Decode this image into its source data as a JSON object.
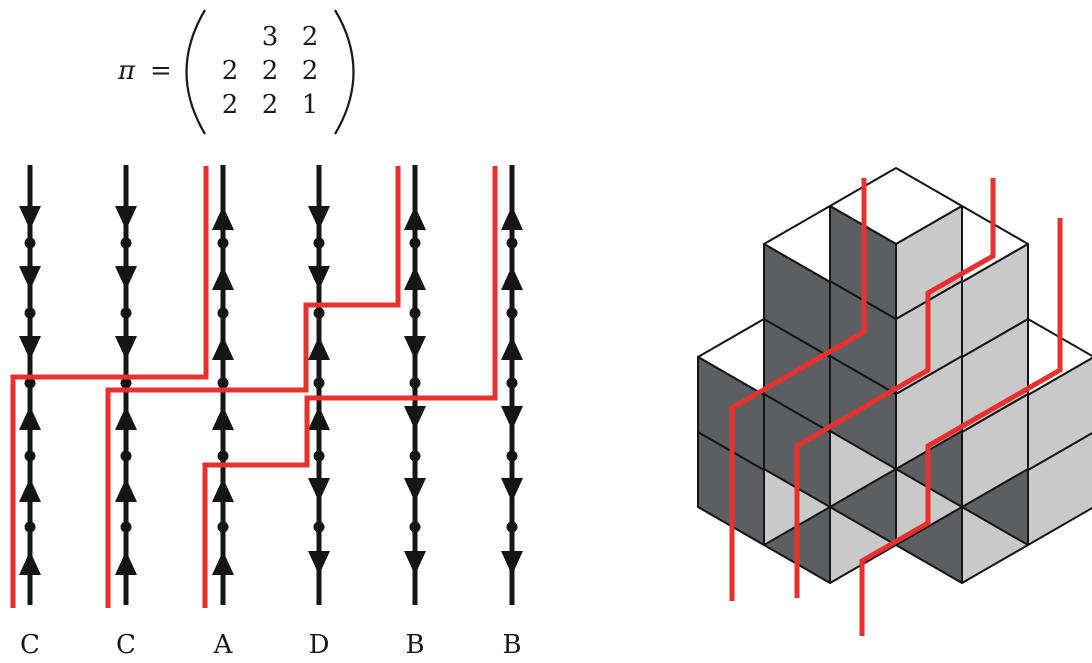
{
  "formula": {
    "symbol": "π",
    "equals": "=",
    "rows": [
      [
        "",
        "3",
        "2"
      ],
      [
        "2",
        "2",
        "2"
      ],
      [
        "2",
        "2",
        "1"
      ]
    ]
  },
  "column_labels": [
    "C",
    "C",
    "A",
    "D",
    "B",
    "B"
  ],
  "colors": {
    "path": "#e8312f",
    "line": "#151515",
    "cube_dark": "#5d5e61",
    "cube_light": "#c9c9ca",
    "cube_top": "#ffffff"
  }
}
